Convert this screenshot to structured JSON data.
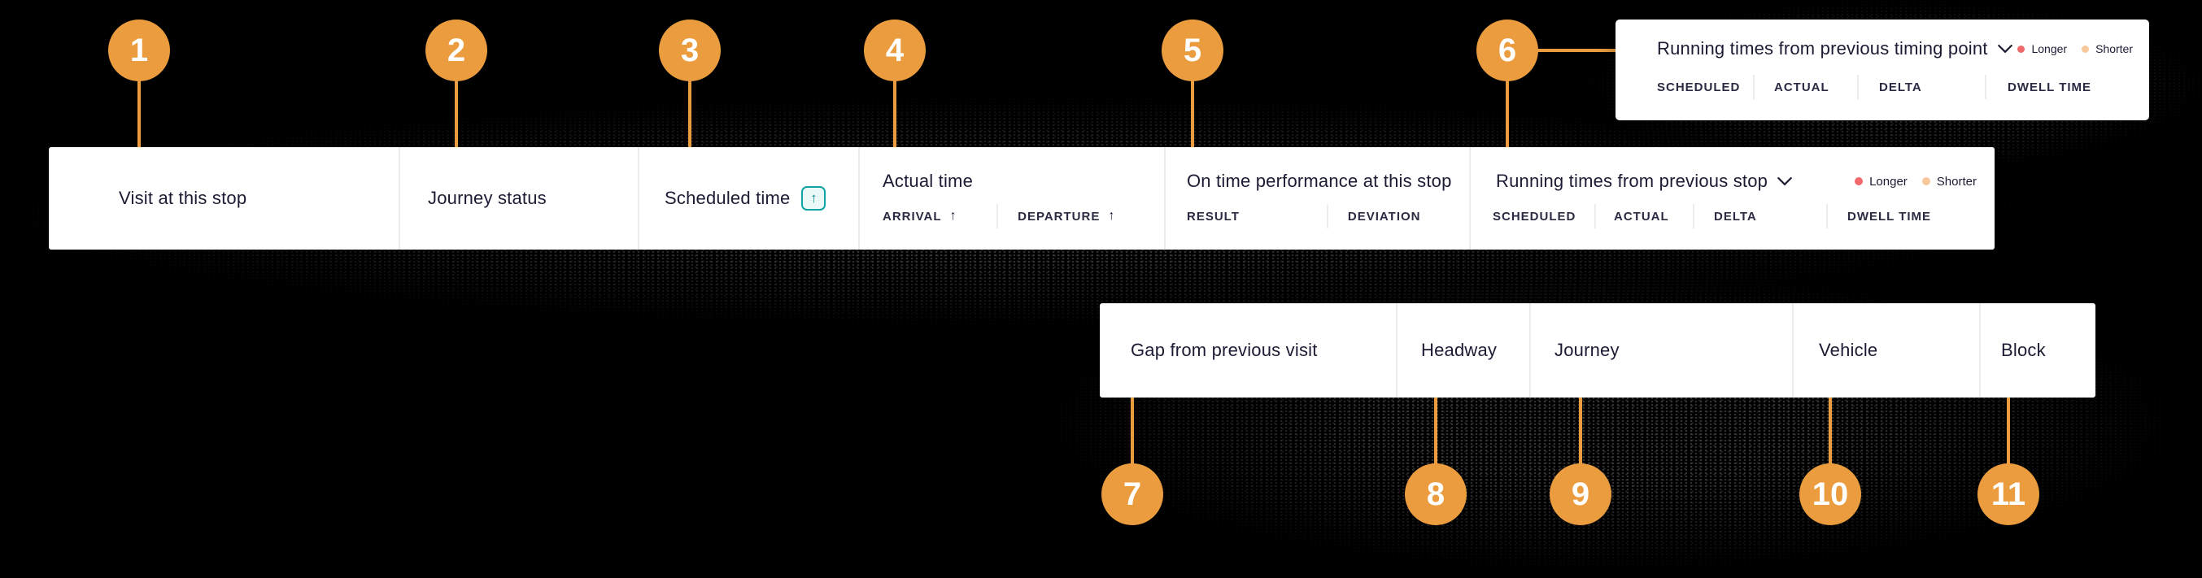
{
  "colors": {
    "background": "#000000",
    "accent_orange": "#EA9C3E",
    "text_dark": "#1B1B33",
    "separator": "#ECECEF",
    "sort_badge_teal": "#13A3A4",
    "legend_longer_dot": "#F2696C",
    "legend_shorter_dot": "#F8C89C"
  },
  "expanded_card": {
    "title": "Running times from previous timing point",
    "legend": [
      {
        "label": "Longer",
        "color": "#F2696C"
      },
      {
        "label": "Shorter",
        "color": "#F8C89C"
      }
    ],
    "subcolumns": [
      "SCHEDULED",
      "ACTUAL",
      "DELTA",
      "DWELL TIME"
    ]
  },
  "main_header": {
    "columns": [
      {
        "label": "Visit at this stop",
        "marker": "1"
      },
      {
        "label": "Journey status",
        "marker": "2"
      },
      {
        "label": "Scheduled time",
        "sort_badge": "↑",
        "marker": "3"
      },
      {
        "label": "Actual time",
        "marker": "4",
        "subcolumns": [
          {
            "label": "ARRIVAL",
            "sort": "↑"
          },
          {
            "label": "DEPARTURE",
            "sort": "↑"
          }
        ]
      },
      {
        "label": "On time performance at this stop",
        "marker": "5",
        "subcolumns": [
          {
            "label": "RESULT"
          },
          {
            "label": "DEVIATION"
          }
        ]
      },
      {
        "label": "Running times from previous stop",
        "marker": "6",
        "subcolumns": [
          {
            "label": "SCHEDULED"
          },
          {
            "label": "ACTUAL"
          },
          {
            "label": "DELTA"
          },
          {
            "label": "DWELL TIME"
          }
        ],
        "legend": [
          {
            "label": "Longer",
            "color": "#F2696C"
          },
          {
            "label": "Shorter",
            "color": "#F8C89C"
          }
        ]
      }
    ]
  },
  "secondary_header": {
    "columns": [
      {
        "label": "Gap from previous visit",
        "marker": "7"
      },
      {
        "label": "Headway",
        "marker": "8"
      },
      {
        "label": "Journey",
        "marker": "9"
      },
      {
        "label": "Vehicle",
        "marker": "10"
      },
      {
        "label": "Block",
        "marker": "11"
      }
    ]
  }
}
